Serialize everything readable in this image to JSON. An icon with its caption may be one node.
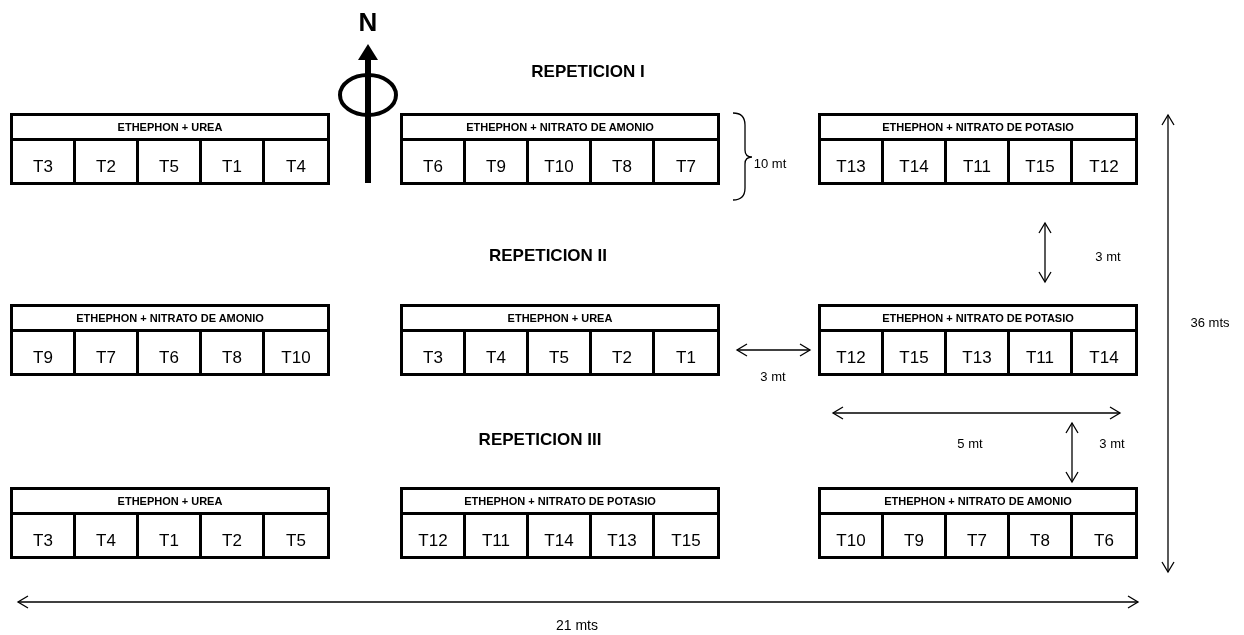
{
  "diagram": {
    "nodes": [
      {
        "text": [
          "ETHEPHON + UREA"
        ]
      },
      {
        "text": [
          "T3"
        ],
        "in": 0
      },
      {
        "text": [
          "T2"
        ],
        "in": 0
      },
      {
        "text": [
          "T5"
        ],
        "in": 0
      },
      {
        "text": [
          "T1"
        ],
        "in": 0
      },
      {
        "text": [
          "T4"
        ],
        "in": 0
      },
      {
        "text": [
          "ETHEPHON + NITRATO DE AMONIO"
        ]
      },
      {
        "text": [
          "T6"
        ],
        "in": 6
      },
      {
        "text": [
          "T9"
        ],
        "in": 6
      },
      {
        "text": [
          "T10"
        ],
        "in": 6
      },
      {
        "text": [
          "T8"
        ],
        "in": 6
      },
      {
        "text": [
          "T7"
        ],
        "in": 6
      },
      {
        "text": [
          "ETHEPHON + NITRATO DE POTASIO"
        ]
      },
      {
        "text": [
          "T13"
        ],
        "in": 12
      },
      {
        "text": [
          "T14"
        ],
        "in": 12
      },
      {
        "text": [
          "T11"
        ],
        "in": 12
      },
      {
        "text": [
          "T15"
        ],
        "in": 12
      },
      {
        "text": [
          "T12"
        ],
        "in": 12
      },
      {
        "text": [
          "ETHEPHON + NITRATO DE AMONIO"
        ]
      },
      {
        "text": [
          "T9"
        ],
        "in": 18
      },
      {
        "text": [
          "T7"
        ],
        "in": 18
      },
      {
        "text": [
          "T6"
        ],
        "in": 18
      },
      {
        "text": [
          "T8"
        ],
        "in": 18
      },
      {
        "text": [
          "T10"
        ],
        "in": 18
      },
      {
        "text": [
          "ETHEPHON + UREA"
        ]
      },
      {
        "text": [
          "T3"
        ],
        "in": 24
      },
      {
        "text": [
          "T4"
        ],
        "in": 24
      },
      {
        "text": [
          "T5"
        ],
        "in": 24
      },
      {
        "text": [
          "T2"
        ],
        "in": 24
      },
      {
        "text": [
          "T1"
        ],
        "in": 24
      },
      {
        "text": [
          "ETHEPHON + NITRATO DE POTASIO"
        ]
      },
      {
        "text": [
          "T12"
        ],
        "in": 30
      },
      {
        "text": [
          "T15"
        ],
        "in": 30
      },
      {
        "text": [
          "T13"
        ],
        "in": 30
      },
      {
        "text": [
          "T11"
        ],
        "in": 30
      },
      {
        "text": [
          "T14"
        ],
        "in": 30
      },
      {
        "text": [
          "ETHEPHON + UREA"
        ]
      },
      {
        "text": [
          "T3"
        ],
        "in": 36
      },
      {
        "text": [
          "T4"
        ],
        "in": 36
      },
      {
        "text": [
          "T1"
        ],
        "in": 36
      },
      {
        "text": [
          "T2"
        ],
        "in": 36
      },
      {
        "text": [
          "T5"
        ],
        "in": 36
      },
      {
        "text": [
          "ETHEPHON + NITRATO DE POTASIO"
        ]
      },
      {
        "text": [
          "T12"
        ],
        "in": 42
      },
      {
        "text": [
          "T11"
        ],
        "in": 42
      },
      {
        "text": [
          "T14"
        ],
        "in": 42
      },
      {
        "text": [
          "T13"
        ],
        "in": 42
      },
      {
        "text": [
          "T15"
        ],
        "in": 42
      },
      {
        "text": [
          "ETHEPHON + NITRATO DE AMONIO"
        ]
      },
      {
        "text": [
          "T10"
        ],
        "in": 48
      },
      {
        "text": [
          "T9"
        ],
        "in": 48
      },
      {
        "text": [
          "T7"
        ],
        "in": 48
      },
      {
        "text": [
          "T8"
        ],
        "in": 48
      },
      {
        "text": [
          "T6"
        ],
        "in": 48
      }
    ],
    "labels": [
      "N",
      "REPETICION I",
      "10 mt",
      "3 mt",
      "REPETICION II",
      "36 mts",
      "3 mt",
      "5 mt",
      "3 mt",
      "REPETICION III",
      "21 mts"
    ]
  }
}
